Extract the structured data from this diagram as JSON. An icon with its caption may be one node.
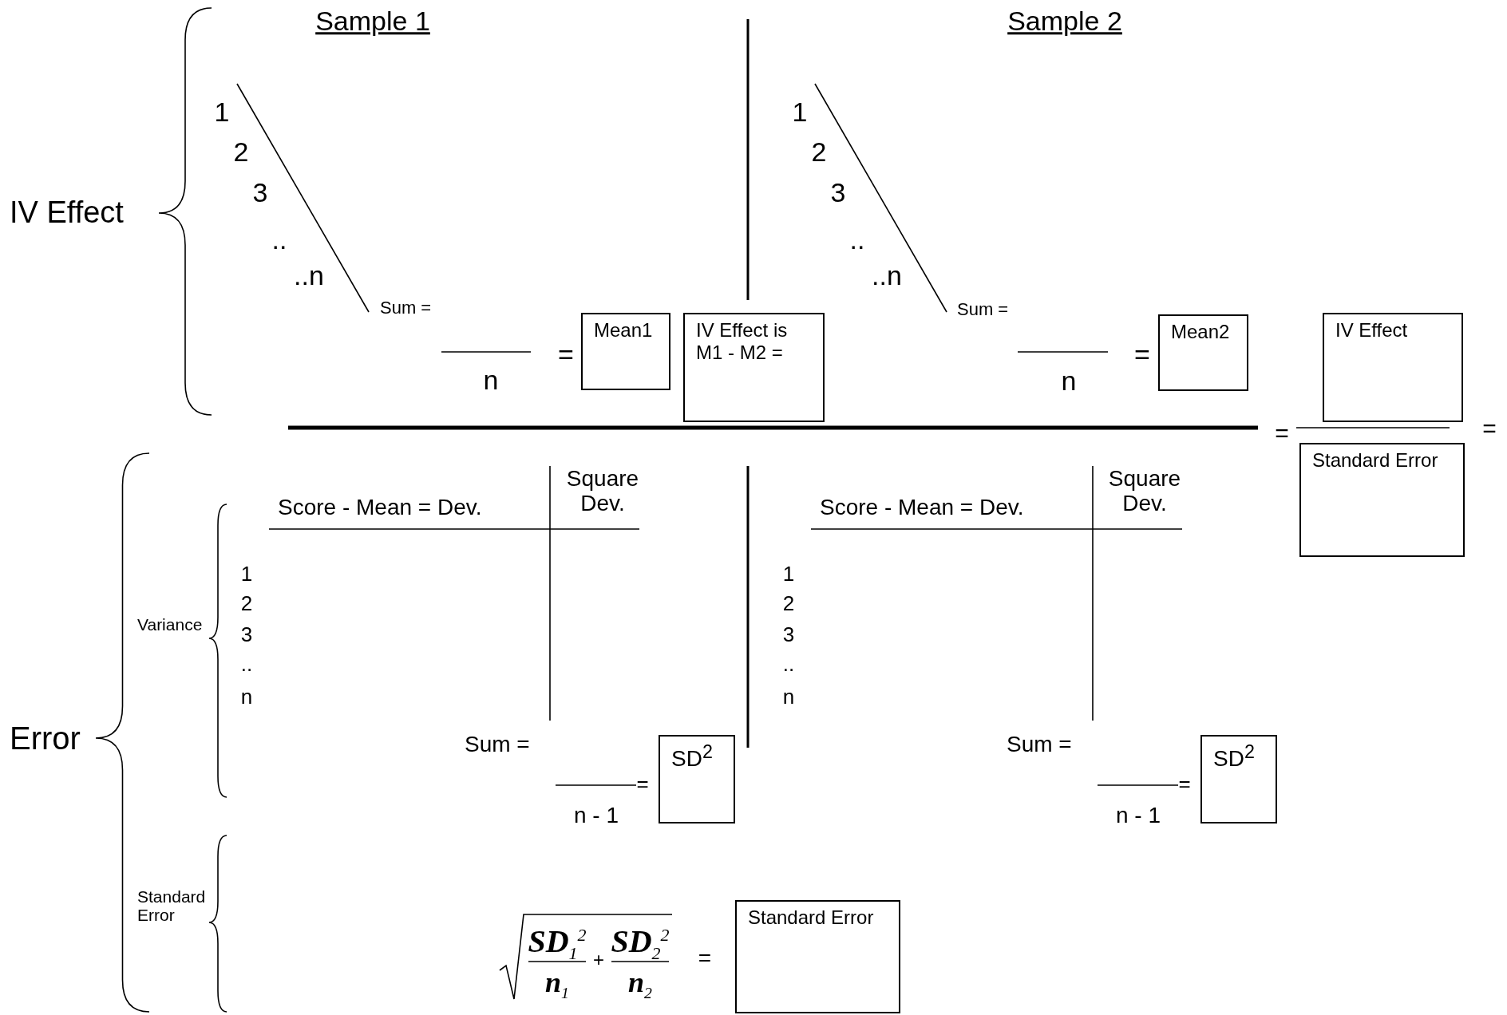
{
  "diagram": {
    "nodes": [
      {
        "text": [
          "Mean1"
        ]
      },
      {
        "text": [
          "IV Effect is M1 - M2 ="
        ]
      },
      {
        "text": [
          "Mean2"
        ]
      },
      {
        "text": [
          "IV Effect"
        ]
      },
      {
        "text": [
          "Standard Error"
        ]
      },
      {
        "text": [
          "SD$^{2}$"
        ]
      },
      {
        "text": [
          "SD$^{2}$"
        ]
      },
      {
        "text": [
          "Standard Error"
        ]
      }
    ],
    "edges": [],
    "labels": [
      "Sample 1",
      "Sample 2",
      "IV Effect",
      "1",
      "2",
      "3",
      "..",
      "..n",
      "1",
      "2",
      "3",
      "..",
      "..n",
      "Sum =",
      "n",
      "=",
      "Sum =",
      "n",
      "=",
      "=",
      "=",
      "Error",
      "Variance",
      "Standard Error",
      "Score - Mean = Dev.",
      "Square Dev.",
      "Score - Mean = Dev.",
      "Square Dev.",
      "1",
      "2",
      "3",
      "..",
      "n",
      "1",
      "2",
      "3",
      "..",
      "n",
      "Sum =",
      "n - 1",
      "=",
      "Sum =",
      "n - 1",
      "=",
      "SD$_{1}$$^{2}$",
      "+",
      "SD$_{2}$$^{2}$",
      "n$_{1}$",
      "n$_{2}$",
      "="
    ]
  }
}
